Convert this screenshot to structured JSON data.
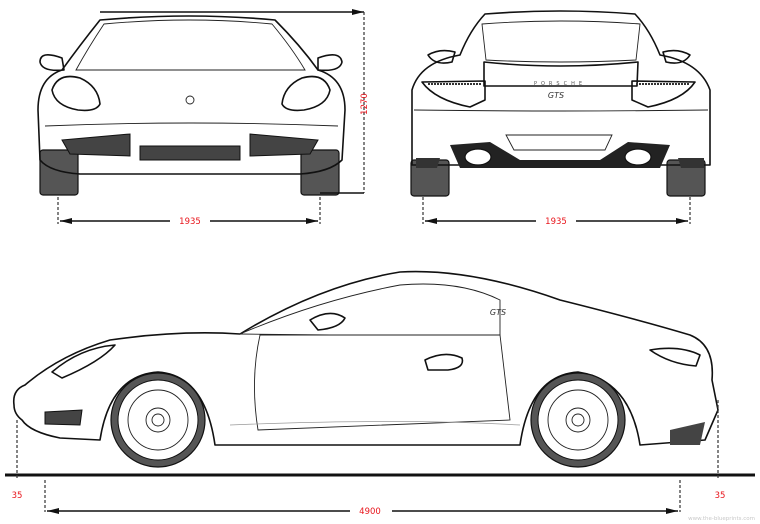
{
  "dimensions": {
    "front_width": "1935",
    "rear_width": "1935",
    "height": "1270",
    "length": "4900",
    "front_overhang_offset": "35",
    "rear_overhang_offset": "35"
  },
  "car": {
    "brand_lettering": "PORSCHE",
    "rear_badge": "GTS",
    "side_badge": "GTS"
  },
  "colors": {
    "dimension_text": "#e8141b",
    "line": "#111111",
    "background": "#ffffff"
  },
  "watermark": "www.the-blueprints.com"
}
